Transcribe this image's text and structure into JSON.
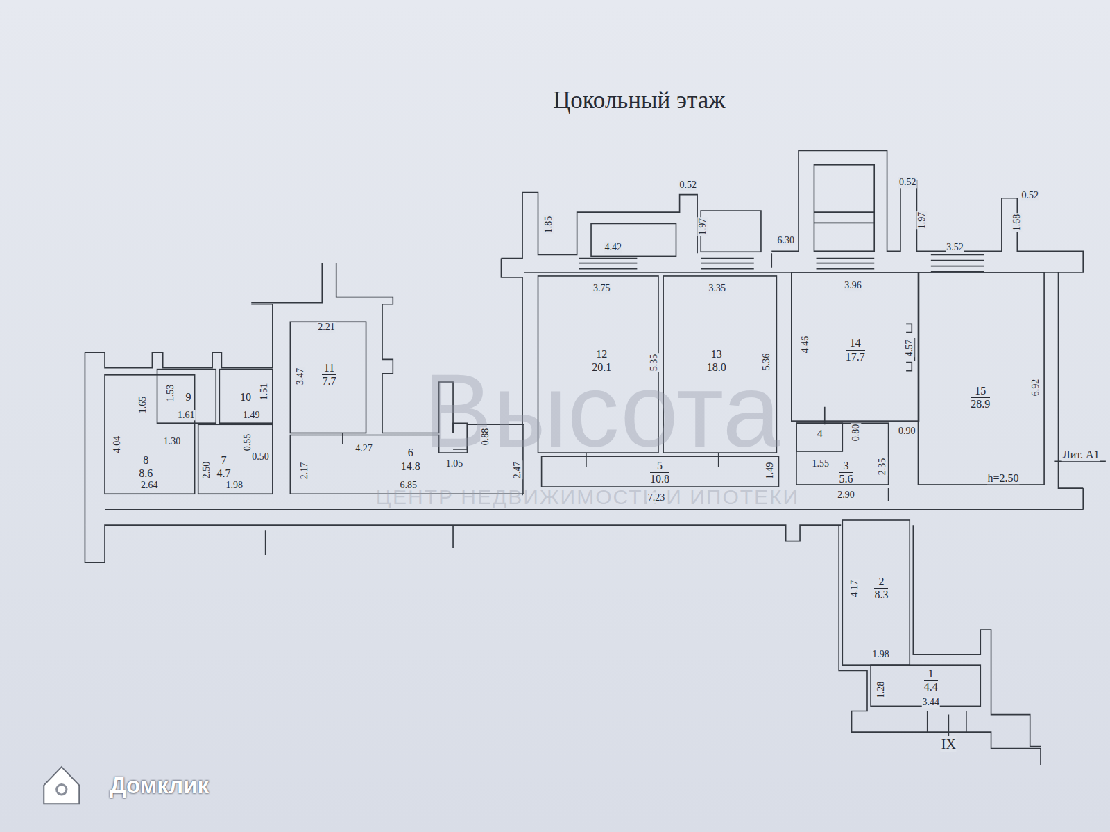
{
  "diagram": {
    "title": "Цокольный этаж",
    "nodes": [
      {
        "text": [
          "11",
          "7.7"
        ]
      },
      {
        "text": [
          "9"
        ]
      },
      {
        "text": [
          "10"
        ]
      },
      {
        "text": [
          "12",
          "20.1"
        ]
      },
      {
        "text": [
          "13",
          "18.0"
        ]
      },
      {
        "text": [
          "14",
          "17.7"
        ]
      },
      {
        "text": [
          "15",
          "28.9"
        ]
      },
      {
        "text": [
          "8",
          "8.6"
        ]
      },
      {
        "text": [
          "7",
          "4.7"
        ]
      },
      {
        "text": [
          "6",
          "14.8"
        ]
      },
      {
        "text": [
          "4"
        ]
      },
      {
        "text": [
          "5",
          "10.8"
        ]
      },
      {
        "text": [
          "3",
          "5.6"
        ]
      },
      {
        "text": [
          "2",
          "8.3"
        ]
      },
      {
        "text": [
          "1",
          "4.4"
        ]
      }
    ],
    "labels": [
      "0.52",
      "1.85",
      "4.42",
      "1.97",
      "6.30",
      "0.52",
      "1.97",
      "3.52",
      "0.52",
      "1.68",
      "3.75",
      "3.35",
      "3.96",
      "2.21",
      "3.47",
      "1.65",
      "1.53",
      "1.51",
      "1.61",
      "1.49",
      "4.04",
      "1.30",
      "0.55",
      "0.50",
      "2.50",
      "2.17",
      "4.27",
      "1.05",
      "0.88",
      "2.47",
      "5.35",
      "5.36",
      "4.46",
      "4.57",
      "6.92",
      "0.80",
      "0.90",
      "1.55",
      "2.35",
      "1.49",
      "2.64",
      "1.98",
      "6.85",
      "7.23",
      "2.90",
      "h=2.50",
      "Лит. А1",
      "4.17",
      "1.98",
      "1.28",
      "3.44",
      "IX",
      "Высота",
      "ЦЕНТР НЕДВИЖИМОСТИ И ИПОТЕКИ",
      "Домклик"
    ]
  }
}
